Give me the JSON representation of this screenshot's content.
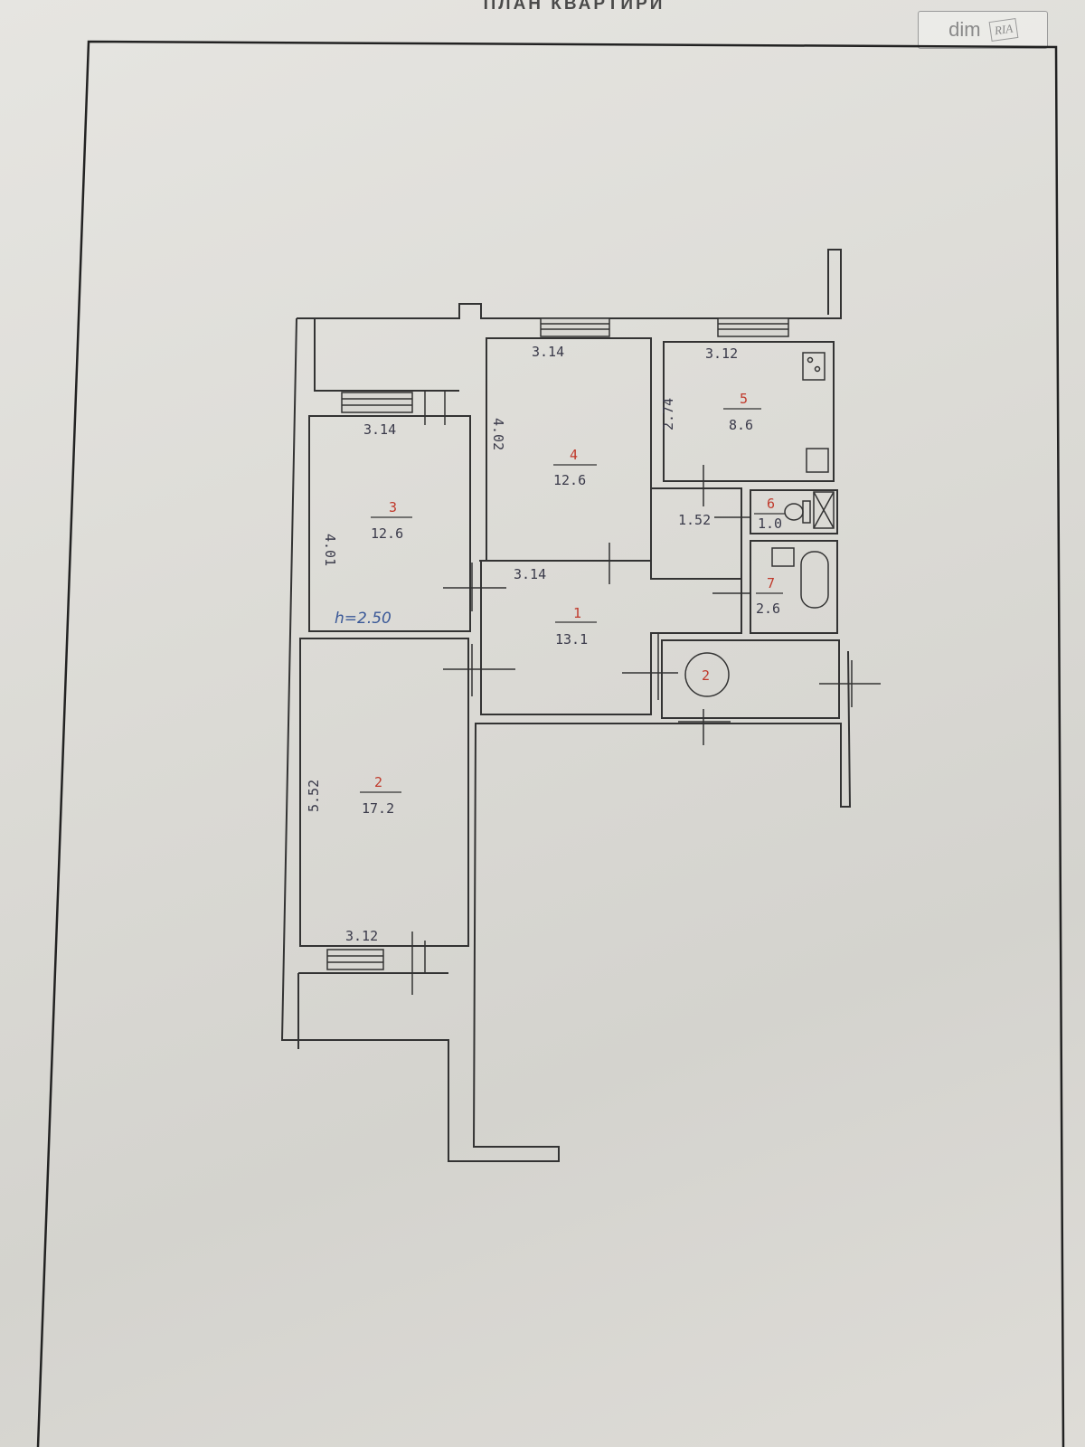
{
  "title": "ПЛАН КВАРТИРИ",
  "watermark": {
    "brand": "dim",
    "sub": "RIA"
  },
  "ceiling_height": "h=2.50",
  "rooms": [
    {
      "id": "room-1",
      "number": "1",
      "area": "13.1"
    },
    {
      "id": "room-2",
      "number": "2",
      "area": "17.2"
    },
    {
      "id": "room-3",
      "number": "3",
      "area": "12.6"
    },
    {
      "id": "room-4",
      "number": "4",
      "area": "12.6"
    },
    {
      "id": "room-5",
      "number": "5",
      "area": "8.6"
    },
    {
      "id": "room-6",
      "number": "6",
      "area": "1.0"
    },
    {
      "id": "room-7",
      "number": "7",
      "area": "2.6"
    },
    {
      "id": "closet",
      "number": "2",
      "area": ""
    }
  ],
  "dimensions": {
    "room3_width": "3.14",
    "room3_depth": "4.01",
    "room4_width": "3.14",
    "room4_depth": "4.02",
    "room5_width": "3.12",
    "room5_depth": "2.74",
    "hall_width": "3.14",
    "corridor_width": "1.52",
    "room2_depth": "5.52",
    "room2_width": "3.12"
  }
}
